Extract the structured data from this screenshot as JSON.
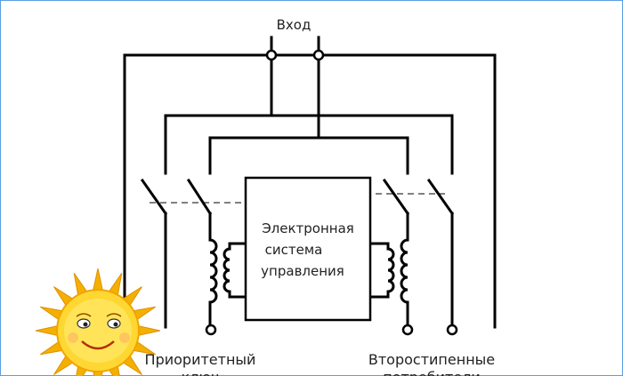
{
  "diagram": {
    "input_label": "Вход",
    "control_box": {
      "line1": "Электронная",
      "line2": "система",
      "line3": "управления"
    },
    "left_label": {
      "line1": "Приоритетный",
      "line2": "ключ"
    },
    "right_label": {
      "line1": "Второстипенные",
      "line2": "потребители"
    }
  },
  "colors": {
    "line": "#000000",
    "frame": "#5aa0e0",
    "sun_ray": "#f4b000",
    "sun_face": "#ffd733"
  },
  "icons": [
    "sun-mascot-icon"
  ]
}
